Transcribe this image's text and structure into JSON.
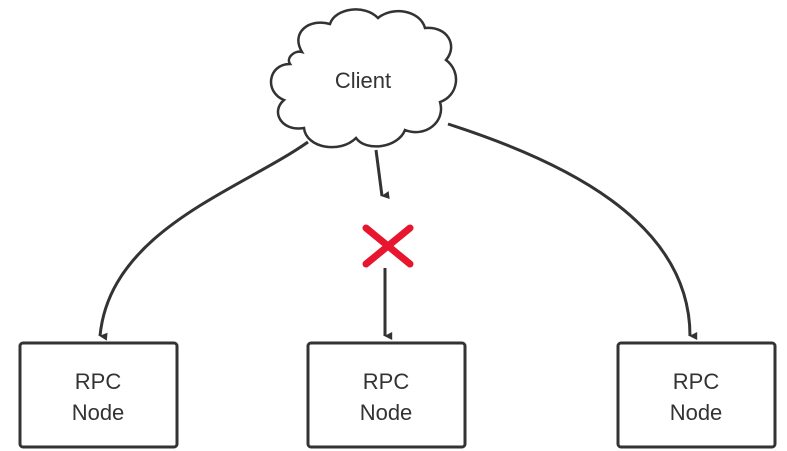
{
  "client": {
    "label": "Client",
    "icon": "cloud-icon"
  },
  "nodes": [
    {
      "line1": "RPC",
      "line2": "Node"
    },
    {
      "line1": "RPC",
      "line2": "Node"
    },
    {
      "line1": "RPC",
      "line2": "Node"
    }
  ],
  "connections": [
    {
      "from": "Client",
      "to": "node-1",
      "status": "ok"
    },
    {
      "from": "Client",
      "to": "node-2",
      "status": "blocked"
    },
    {
      "from": "Client",
      "to": "node-3",
      "status": "ok"
    }
  ],
  "colors": {
    "stroke": "#333333",
    "blocked_mark": "#e8152f",
    "background": "#ffffff"
  }
}
